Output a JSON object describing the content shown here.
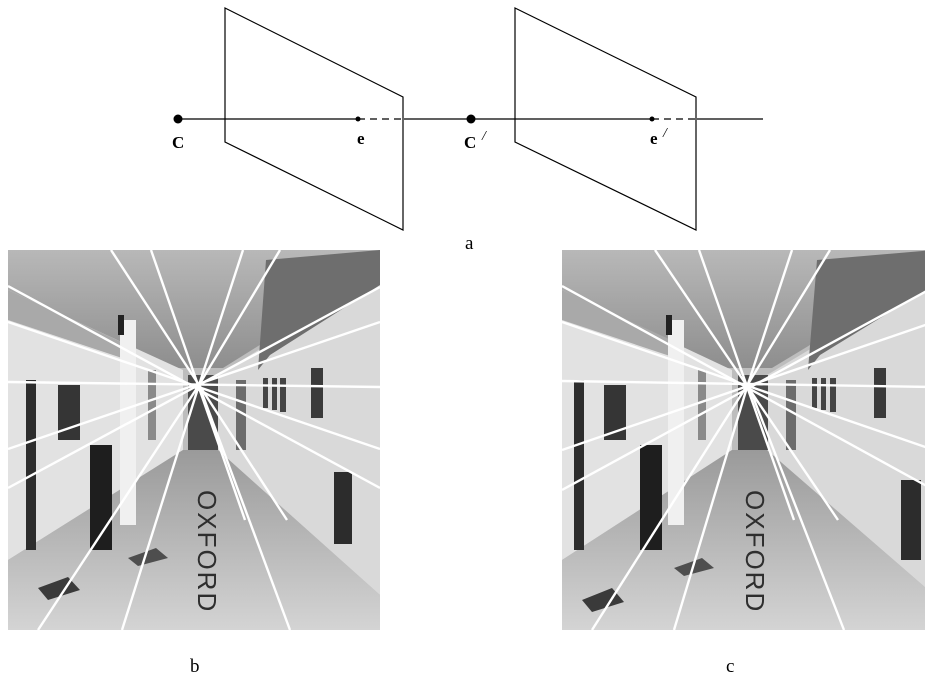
{
  "figure": {
    "panel_a": {
      "caption": "a",
      "left_camera": {
        "center_label": "C",
        "epipole_label": "e"
      },
      "right_camera": {
        "center_label": "C",
        "center_prime": "/",
        "epipole_label": "e",
        "epipole_prime": "/"
      }
    },
    "panel_b": {
      "caption": "b",
      "photo": "corridor-image-left",
      "floor_lettering": "OXFORD"
    },
    "panel_c": {
      "caption": "c",
      "photo": "corridor-image-right",
      "floor_lettering": "OXFORD"
    },
    "colors": {
      "line": "#000000",
      "epipolar_lines": "#ffffff",
      "background": "#ffffff"
    }
  }
}
